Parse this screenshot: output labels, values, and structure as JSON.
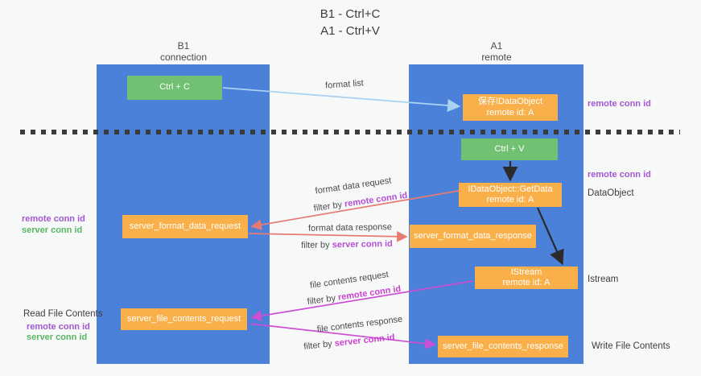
{
  "title": {
    "line1": "B1 - Ctrl+C",
    "line2": "A1 - Ctrl+V"
  },
  "columns": {
    "left": {
      "title": "B1",
      "subtitle": "connection"
    },
    "right": {
      "title": "A1",
      "subtitle": "remote"
    }
  },
  "nodes": {
    "ctrl_c": {
      "label": "Ctrl + C"
    },
    "save_idataobject": {
      "line1": "保存IDataObject",
      "line2": "remote id: A"
    },
    "ctrl_v": {
      "label": "Ctrl + V"
    },
    "getdata": {
      "line1": "IDataObject::GetData",
      "line2": "remote id: A"
    },
    "format_request": {
      "label": "server_format_data_request"
    },
    "format_response": {
      "label": "server_format_data_response"
    },
    "istream": {
      "line1": "IStream",
      "line2": "remote id: A"
    },
    "file_request": {
      "label": "server_file_contents_request"
    },
    "file_response": {
      "label": "server_file_contents_response"
    }
  },
  "labels": {
    "format_list": "format list",
    "format_data_request": "format data request",
    "format_data_response": "format data response",
    "file_contents_request": "file contents request",
    "file_contents_response": "file contents response",
    "filter_by": "filter by ",
    "remote_conn_id": "remote conn id",
    "server_conn_id": "server conn id",
    "dataobject": "DataObject",
    "istream": "Istream",
    "read_file_contents": "Read File Contents",
    "write_file_contents": "Write File Contents"
  },
  "colors": {
    "column_blue": "#4b81d8",
    "node_green": "#72c172",
    "node_orange": "#f9b04a",
    "arrow_blue": "#a9d2f3",
    "arrow_red": "#e87a72",
    "arrow_magenta": "#cc4fd4",
    "arrow_black": "#2b2b2b",
    "divider_dark": "#3b3b3b",
    "conn_purple": "#a158d0",
    "conn_green": "#57b764"
  }
}
